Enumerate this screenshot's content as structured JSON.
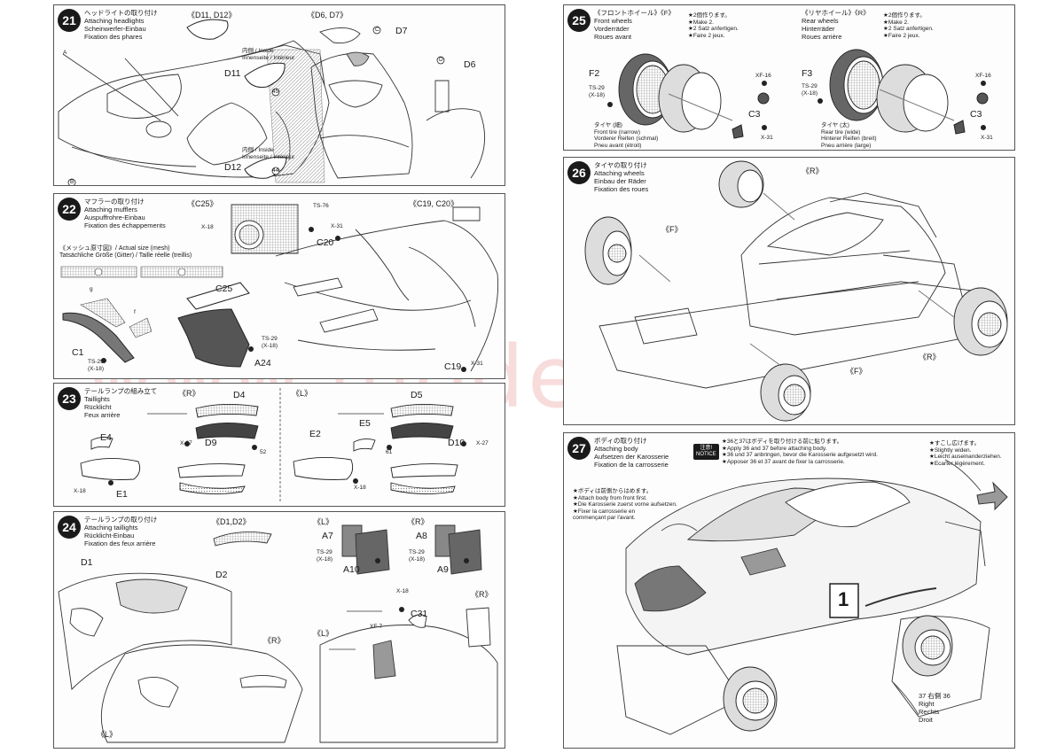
{
  "watermark": "www.modelartikl.cz",
  "steps": {
    "s21": {
      "num": "21",
      "title": "ヘッドライトの取り付け\nAttaching headlights\nScheinwerfer-Einbau\nFixation des phares",
      "parts_a": "《D11, D12》",
      "parts_b": "《D6, D7》",
      "d11": "D11",
      "d12": "D12",
      "d7": "D7",
      "d6": "D6",
      "inside_top": "内側 / Inside\nInnenseite / Intérieur",
      "inside_bot": "内側 / Inside\nInnenseite / Intérieur",
      "circ_a": "A",
      "circ_b": "B",
      "circ_c": "C",
      "circ_d": "D",
      "n45": "45",
      "n44": "44"
    },
    "s22": {
      "num": "22",
      "title": "マフラーの取り付け\nAttaching mufflers\nAuspuffrohre-Einbau\nFixation des échappements",
      "parts_c25": "《C25》",
      "parts_c19": "《C19, C20》",
      "mesh": "《メッシュ原寸図》/ Actual size (mesh)\nTatsächliche Größe (Gitter) / Taille réelle (treillis)",
      "x18": "X-18",
      "ts76": "TS-76",
      "x31a": "X-31",
      "c20": "C20",
      "c25": "C25",
      "g": "g",
      "f": "f",
      "c1": "C1",
      "ts29": "TS-29\n(X-18)",
      "ts29b": "TS-29\n(X-18)",
      "a24": "A24",
      "c19": "C19",
      "x31b": "X-31"
    },
    "s23": {
      "num": "23",
      "title": "テールランプの組み立て\nTaillights\nRücklicht\nFeux arrière",
      "r": "《R》",
      "l": "《L》",
      "d4": "D4",
      "e4": "E4",
      "x27a": "X-27",
      "d9": "D9",
      "n52": "52",
      "x18a": "X-18",
      "e1": "E1",
      "d5": "D5",
      "e5": "E5",
      "e2": "E2",
      "n61": "61",
      "d10": "D10",
      "x27b": "X-27",
      "x18b": "X-18"
    },
    "s24": {
      "num": "24",
      "title": "テールランプの取り付け\nAttaching taillights\nRücklicht-Einbau\nFixation des feux arrière",
      "parts": "《D1,D2》",
      "l": "《L》",
      "r": "《R》",
      "a7": "A7",
      "a8": "A8",
      "ts29a": "TS-29\n(X-18)",
      "ts29b": "TS-29\n(X-18)",
      "a10": "A10",
      "a9": "A9",
      "d1": "D1",
      "d2": "D2",
      "x18": "X-18",
      "c31": "C31",
      "xf7": "XF-7",
      "r2": "《R》",
      "l2": "《L》",
      "r3": "《R》",
      "l3": "《L》"
    },
    "s25": {
      "num": "25",
      "front": "《フロントホイール》《F》\nFront wheels\nVorderräder\nRoues avant",
      "rear": "《リヤホイール》《R》\nRear wheels\nHinterräder\nRoues arrière",
      "make2_f": "★2個作ります。\n★Make 2.\n★2 Satz anfertigen.\n★Faire 2 jeux.",
      "make2_r": "★2個作ります。\n★Make 2.\n★2 Satz anfertigen.\n★Faire 2 jeux.",
      "f2": "F2",
      "f3": "F3",
      "ts29f": "TS-29\n(X-18)",
      "ts29r": "TS-29\n(X-18)",
      "xf16a": "XF-16",
      "xf16b": "XF-16",
      "c3a": "C3",
      "c3b": "C3",
      "x31a": "X-31",
      "x31b": "X-31",
      "tire_f": "タイヤ (細)\nFront tire (narrow)\nVorderer Reifen (schmal)\nPneu avant (étroit)",
      "tire_r": "タイヤ (太)\nRear tire (wide)\nHinterer Reifen (breit)\nPneu arrière (large)"
    },
    "s26": {
      "num": "26",
      "title": "タイヤの取り付け\nAttaching wheels\nEinbau der Räder\nFixation des roues",
      "r1": "《R》",
      "f1": "《F》",
      "f2": "《F》",
      "r2": "《R》"
    },
    "s27": {
      "num": "27",
      "title": "ボディの取り付け\nAttaching body\nAufsetzen der Karosserie\nFixation de la carrosserie",
      "notice_badge": "注意!\nNOTICE",
      "notice": "★36と37はボディを取り付ける前に貼ります。\n★Apply 36 and 37 before attaching body.\n★36 und 37 anbringen, bevor die Karosserie aufgesetzt wird.\n★Apposer 36 et 37 avant de fixer la carrosserie.",
      "widen": "★すこし広げます。\n★Slightly widen.\n★Leicht auseinanderziehen.\n★Ecarter légèrement.",
      "front_first": "★ボディは前側からはめます。\n★Attach body from front first.\n★Die Karosserie zuerst vorne aufsetzen.\n★Fixer la carrosserie en\ncommençant par l'avant.",
      "right": "37 右側 36\nRight\nRechts\nDroit",
      "number": "1"
    }
  }
}
